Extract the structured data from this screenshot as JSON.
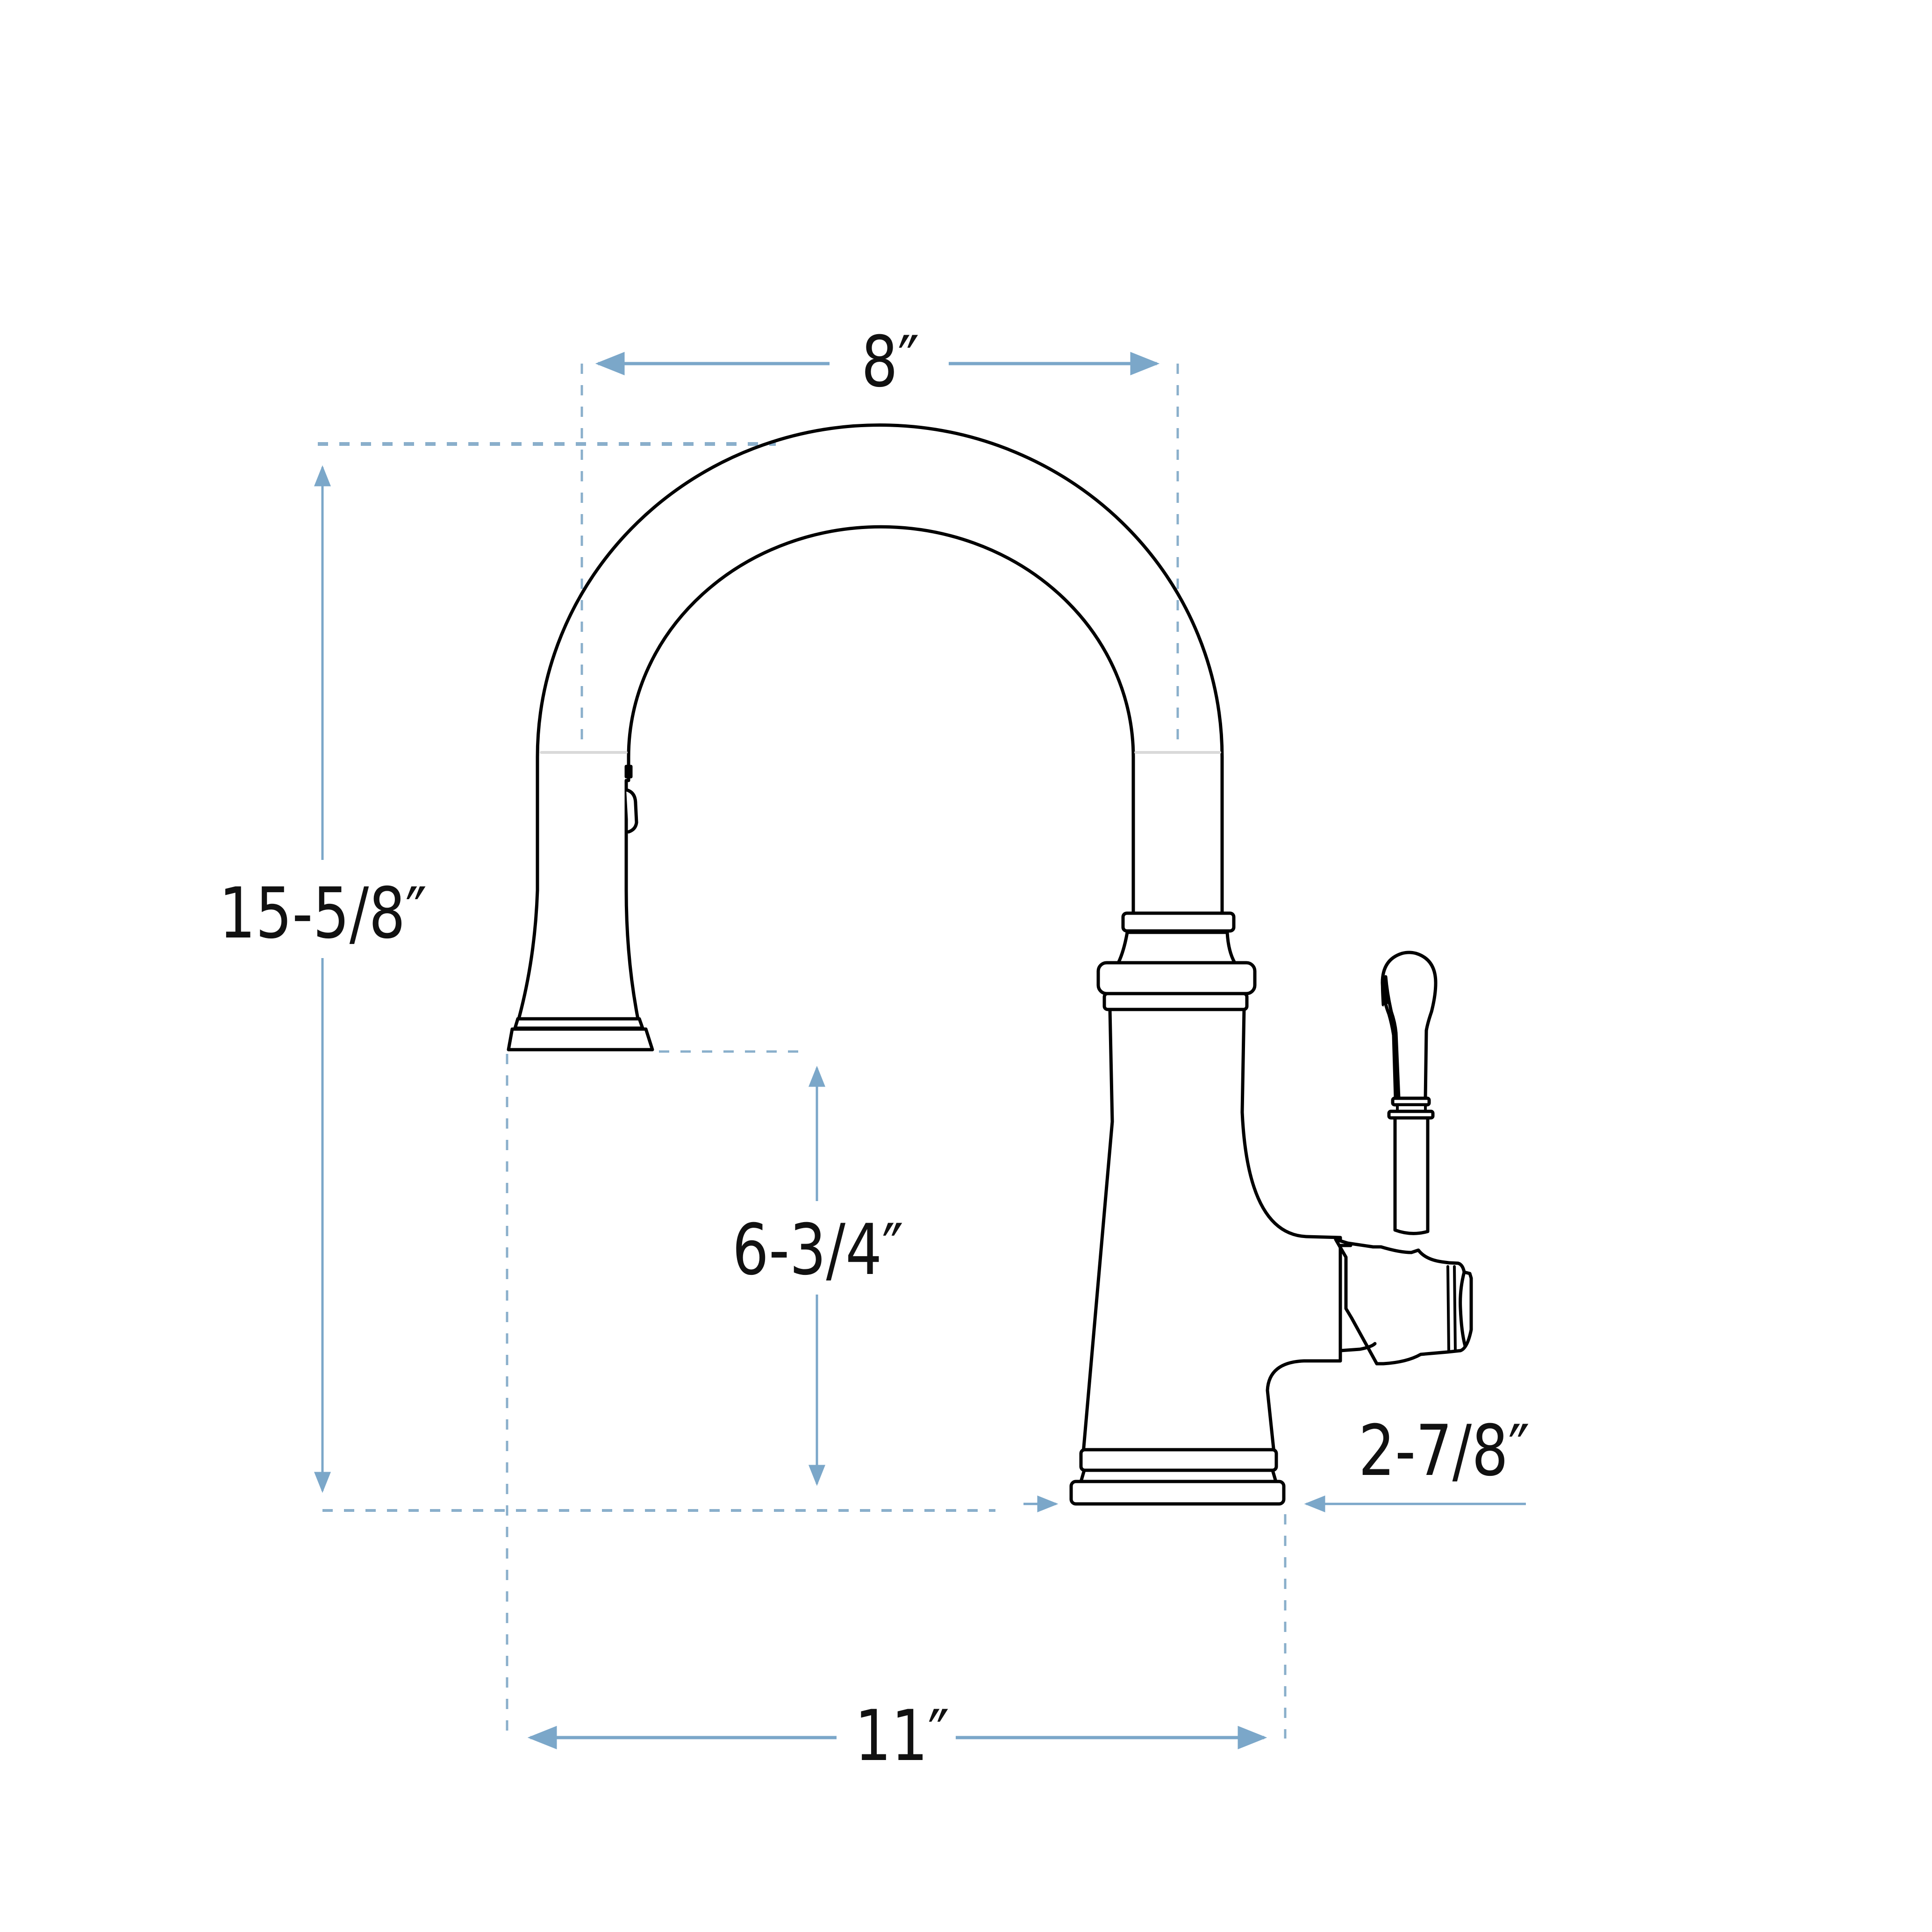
{
  "diagram": {
    "type": "product-dimension-drawing",
    "subject": "single-handle pull-down bar faucet (side view)",
    "colors": {
      "outline": "#000000",
      "dimension": "#7BA7C9",
      "guide_dashed": "#8AAFCB",
      "spout_bands": "#D9D9D9",
      "background": "#FFFFFF"
    },
    "dimensions": {
      "spout_reach": {
        "label": "8″",
        "orientation": "horizontal"
      },
      "overall_height": {
        "label": "15-5/8″",
        "orientation": "vertical"
      },
      "spout_clearance": {
        "label": "6-3/4″",
        "orientation": "vertical"
      },
      "base_diameter": {
        "label": "2-7/8″",
        "orientation": "horizontal"
      },
      "overall_depth": {
        "label": "11″",
        "orientation": "horizontal"
      }
    }
  }
}
